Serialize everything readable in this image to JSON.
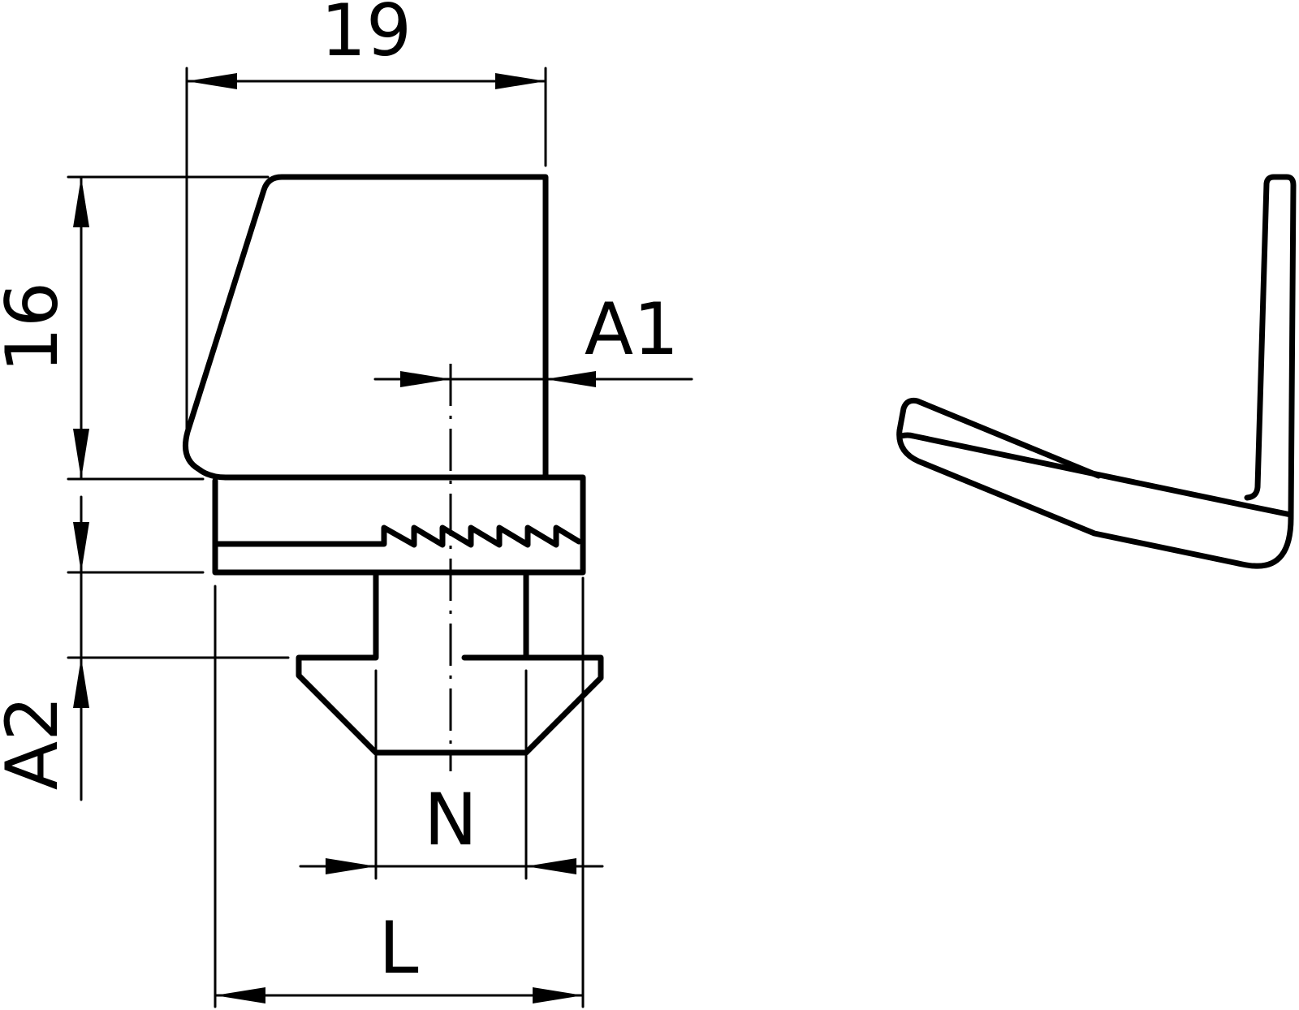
{
  "diagram": {
    "title": "",
    "type": "technical-drawing",
    "views": [
      "front-view-section",
      "side-view"
    ],
    "dimensions": {
      "width_top": {
        "label": "19",
        "orientation": "horizontal"
      },
      "height_top": {
        "label": "16",
        "orientation": "vertical"
      },
      "offset_a1": {
        "label": "A1",
        "orientation": "horizontal"
      },
      "height_a2": {
        "label": "A2",
        "orientation": "vertical"
      },
      "width_n": {
        "label": "N",
        "orientation": "horizontal"
      },
      "width_l": {
        "label": "L",
        "orientation": "horizontal"
      }
    },
    "colors": {
      "line": "#000000",
      "background": "#ffffff"
    }
  }
}
